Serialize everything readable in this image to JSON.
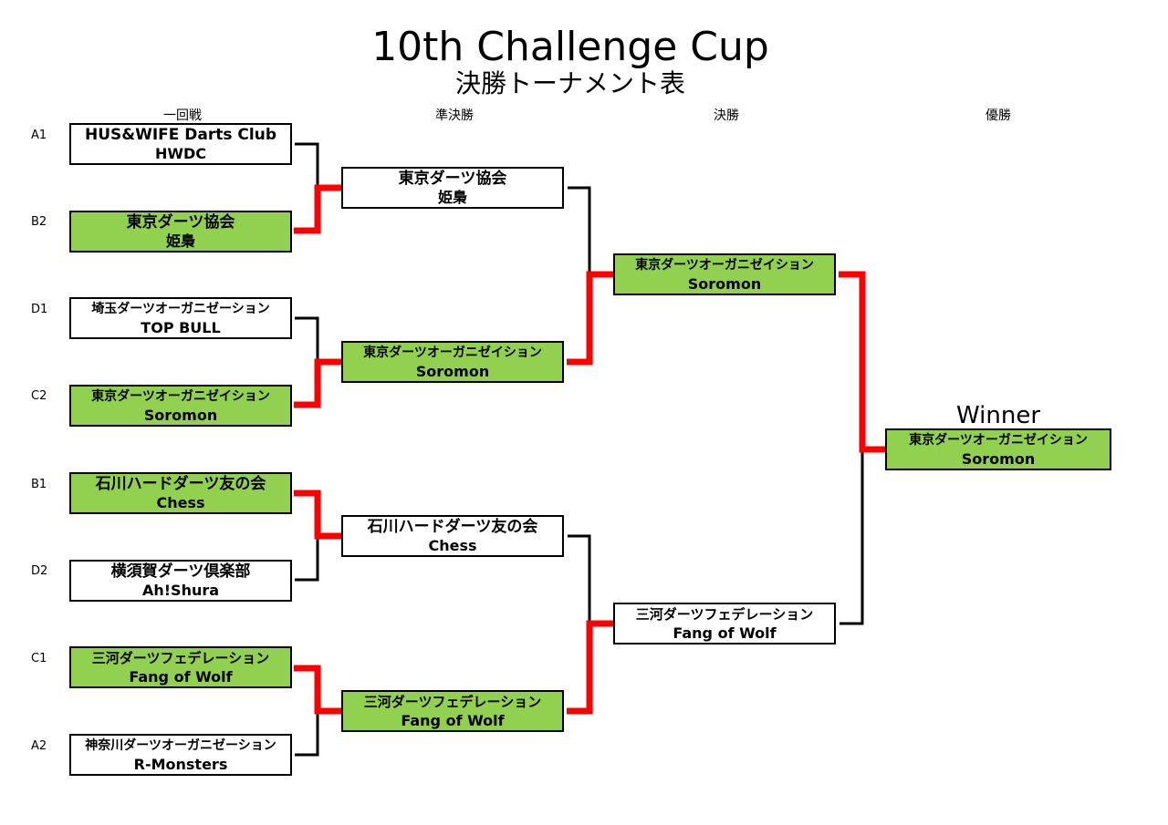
{
  "title": "10th Challenge Cup",
  "subtitle": "決勝トーナメント表",
  "rounds": [
    "一回戦",
    "準決勝",
    "決勝",
    "優勝"
  ],
  "winner_label": "Winner",
  "colors": {
    "winner_fill": "#92d050",
    "advance_line": "#ff0000",
    "line": "#000000"
  },
  "first_round": [
    {
      "seed": "A1",
      "team": "HUS&WIFE Darts Club",
      "player": "HWDC",
      "winner": false
    },
    {
      "seed": "B2",
      "team": "東京ダーツ協会",
      "player": "姫梟",
      "winner": true
    },
    {
      "seed": "D1",
      "team": "埼玉ダーツオーガニゼーション",
      "player": "TOP BULL",
      "winner": false
    },
    {
      "seed": "C2",
      "team": "東京ダーツオーガニゼイション",
      "player": "Soromon",
      "winner": true
    },
    {
      "seed": "B1",
      "team": "石川ハードダーツ友の会",
      "player": "Chess",
      "winner": true
    },
    {
      "seed": "D2",
      "team": "横須賀ダーツ倶楽部",
      "player": "Ah!Shura",
      "winner": false
    },
    {
      "seed": "C1",
      "team": "三河ダーツフェデレーション",
      "player": "Fang of Wolf",
      "winner": true
    },
    {
      "seed": "A2",
      "team": "神奈川ダーツオーガニゼーション",
      "player": "R-Monsters",
      "winner": false
    }
  ],
  "semifinal": [
    {
      "team": "東京ダーツ協会",
      "player": "姫梟",
      "winner": false
    },
    {
      "team": "東京ダーツオーガニゼイション",
      "player": "Soromon",
      "winner": true
    },
    {
      "team": "石川ハードダーツ友の会",
      "player": "Chess",
      "winner": false
    },
    {
      "team": "三河ダーツフェデレーション",
      "player": "Fang of Wolf",
      "winner": true
    }
  ],
  "final": [
    {
      "team": "東京ダーツオーガニゼイション",
      "player": "Soromon",
      "winner": true
    },
    {
      "team": "三河ダーツフェデレーション",
      "player": "Fang of Wolf",
      "winner": false
    }
  ],
  "champion": {
    "team": "東京ダーツオーガニゼイション",
    "player": "Soromon"
  }
}
